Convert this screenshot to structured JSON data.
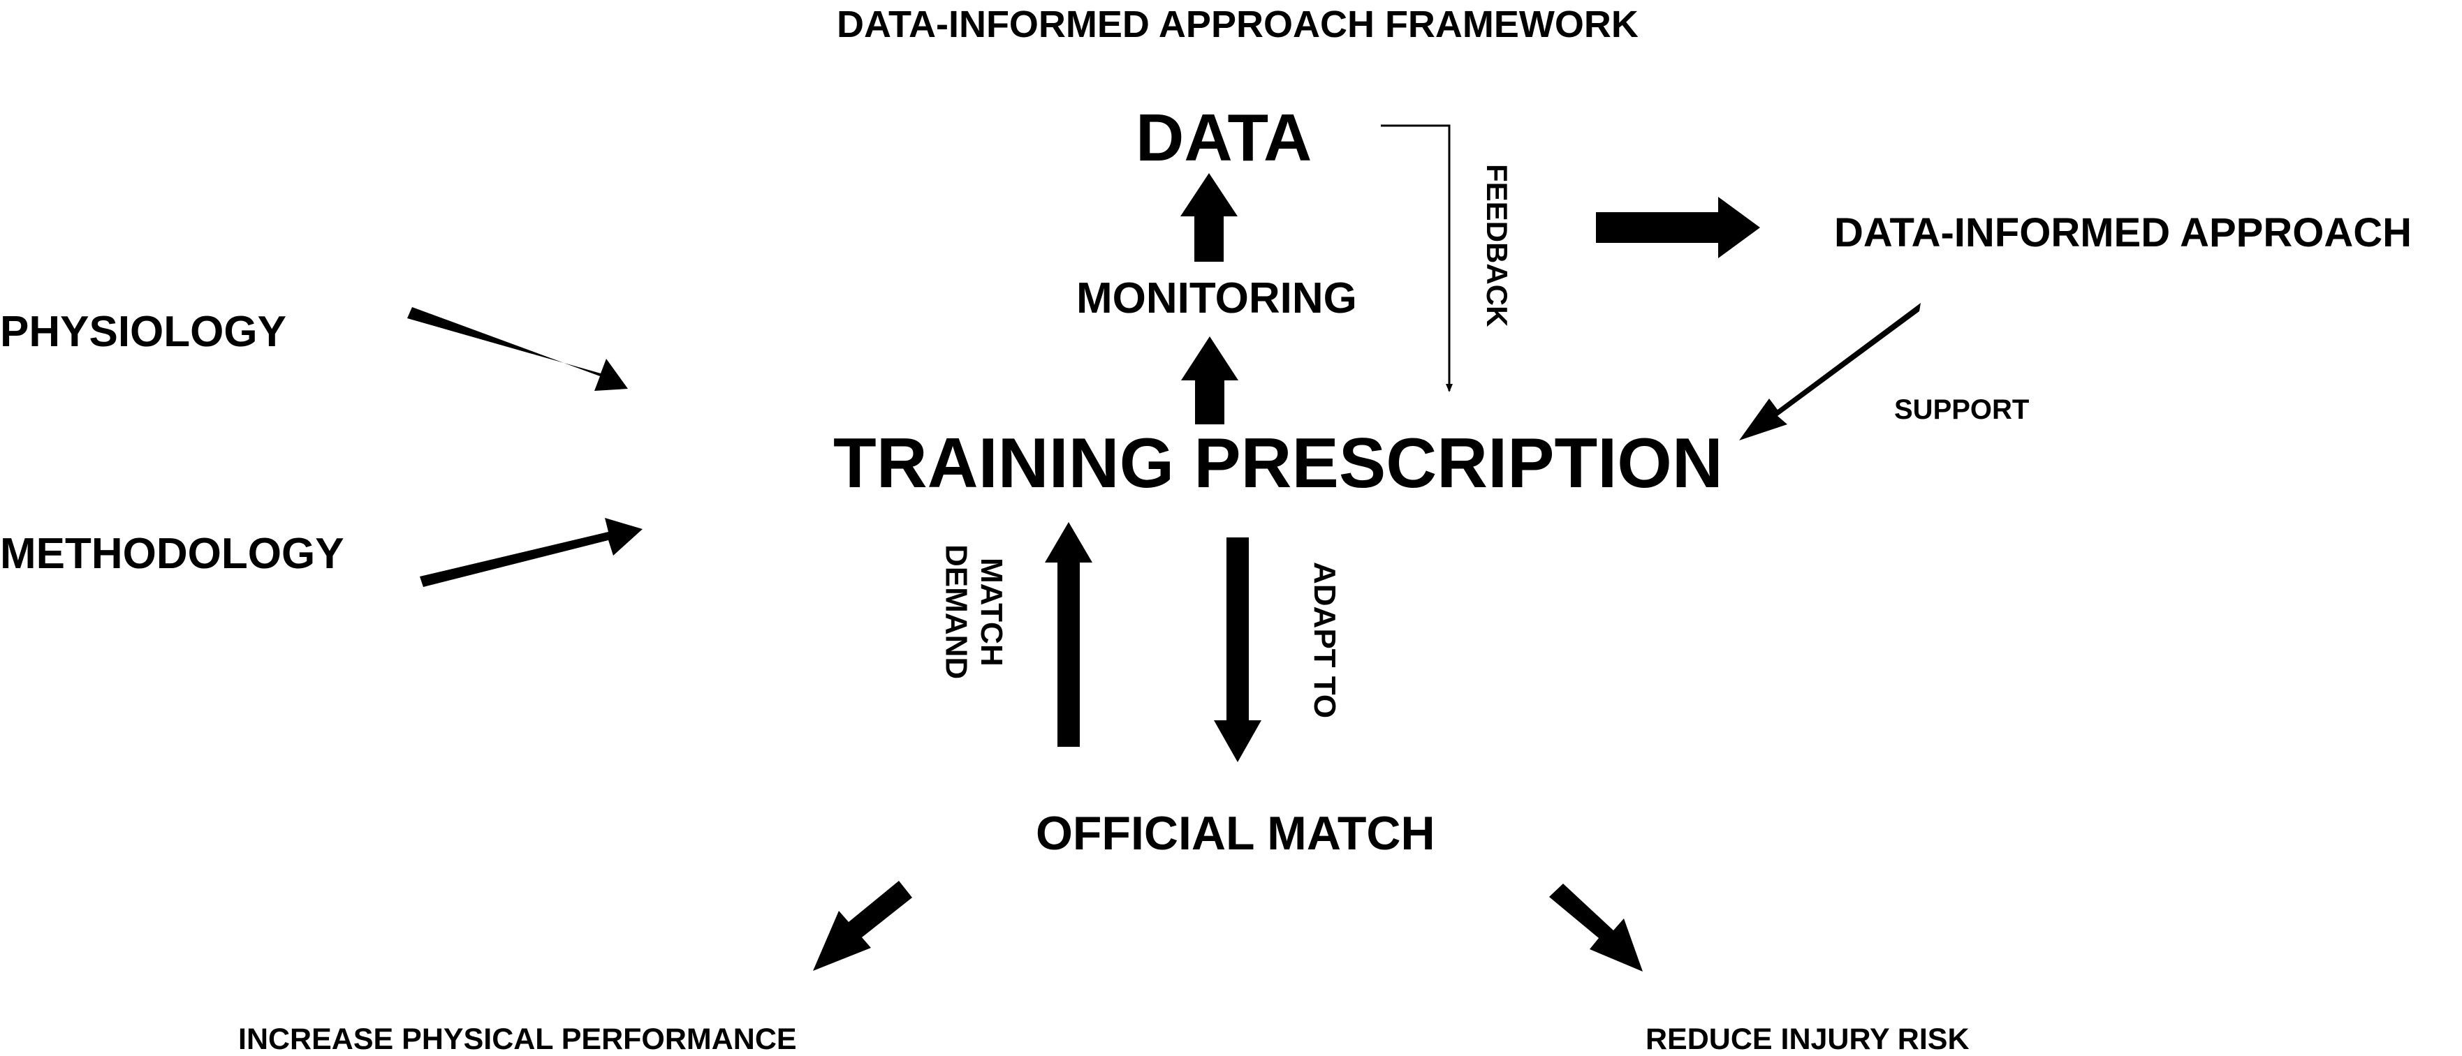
{
  "title": "DATA-INFORMED APPROACH FRAMEWORK",
  "nodes": {
    "data": "DATA",
    "monitoring": "MONITORING",
    "training_prescription": "TRAINING PRESCRIPTION",
    "official_match": "OFFICIAL MATCH",
    "physiology": "PHYSIOLOGY",
    "methodology": "METHODOLOGY",
    "data_informed_approach": "DATA-INFORMED APPROACH",
    "increase_physical_performance": "INCREASE PHYSICAL PERFORMANCE",
    "reduce_injury_risk": "REDUCE INJURY RISK"
  },
  "edge_labels": {
    "feedback": "FEEDBACK",
    "support": "SUPPORT",
    "match_demand": "MATCH\nDEMAND",
    "adapt_to": "ADAPT TO"
  },
  "colors": {
    "ink": "#000000",
    "background": "#ffffff"
  }
}
